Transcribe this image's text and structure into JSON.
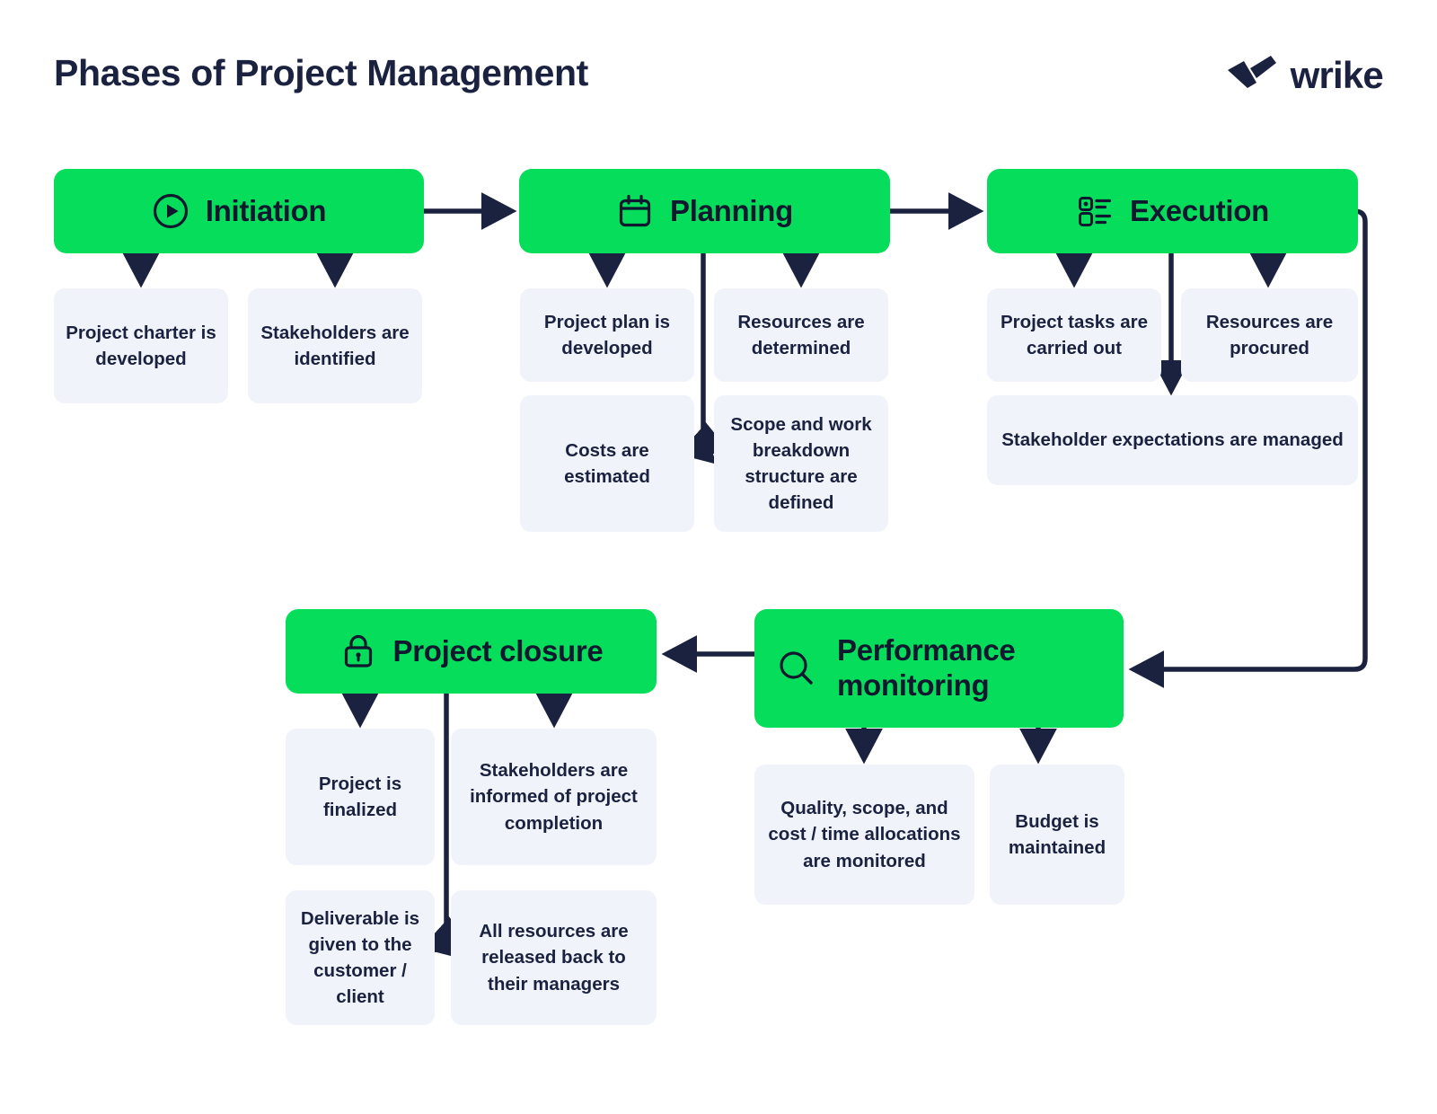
{
  "header": {
    "title": "Phases of Project Management",
    "brand": "wrike",
    "logo_icon": "wrike-checkmark-icon"
  },
  "colors": {
    "phase_green": "#06de5b",
    "detail_gray": "#f0f3f9",
    "ink": "#1b2240",
    "background": "#ffffff"
  },
  "phases": [
    {
      "id": "initiation",
      "label": "Initiation",
      "icon": "play-circle-icon",
      "details": [
        {
          "id": "project-charter",
          "text": "Project charter is developed"
        },
        {
          "id": "stakeholders-identified",
          "text": "Stakeholders are identified"
        }
      ]
    },
    {
      "id": "planning",
      "label": "Planning",
      "icon": "calendar-icon",
      "details": [
        {
          "id": "project-plan",
          "text": "Project plan is developed"
        },
        {
          "id": "resources-determined",
          "text": "Resources are determined"
        },
        {
          "id": "costs-estimated",
          "text": "Costs are estimated"
        },
        {
          "id": "scope-wbs",
          "text": "Scope and work breakdown structure are defined"
        }
      ]
    },
    {
      "id": "execution",
      "label": "Execution",
      "icon": "task-list-icon",
      "details": [
        {
          "id": "project-tasks",
          "text": "Project tasks are carried out"
        },
        {
          "id": "resources-procured",
          "text": "Resources are procured"
        },
        {
          "id": "stakeholder-expectations",
          "text": "Stakeholder expectations are managed"
        }
      ]
    },
    {
      "id": "performance-monitoring",
      "label": "Performance monitoring",
      "icon": "magnifier-icon",
      "details": [
        {
          "id": "quality-scope-cost",
          "text": "Quality, scope, and cost / time allocations are monitored"
        },
        {
          "id": "budget-maintained",
          "text": "Budget is maintained"
        }
      ]
    },
    {
      "id": "project-closure",
      "label": "Project closure",
      "icon": "lock-icon",
      "details": [
        {
          "id": "project-finalized",
          "text": "Project is finalized"
        },
        {
          "id": "stakeholders-informed",
          "text": "Stakeholders are informed of project completion"
        },
        {
          "id": "deliverable-given",
          "text": "Deliverable is given to the customer / client"
        },
        {
          "id": "resources-released",
          "text": "All resources are released back to their managers"
        }
      ]
    }
  ],
  "flow": {
    "sequence": [
      "Initiation",
      "Planning",
      "Execution",
      "Performance monitoring",
      "Project closure"
    ]
  }
}
